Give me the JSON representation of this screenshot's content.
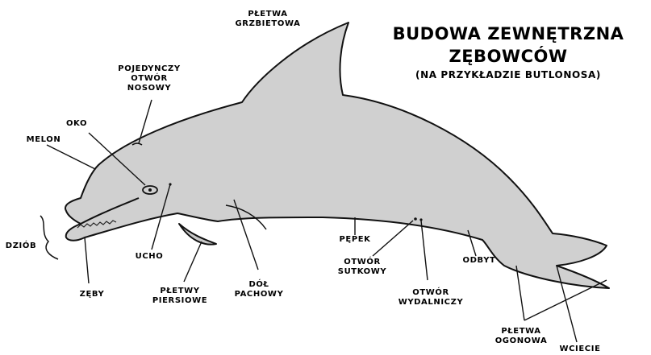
{
  "title": {
    "line1": "BUDOWA ZEWNĘTRZNA",
    "line2": "ZĘBOWCÓW",
    "line3": "(NA PRZYKŁADZIE BUTLONOSA)"
  },
  "labels": {
    "pletwa_grzbietowa": [
      "PŁETWA",
      "GRZBIETOWA"
    ],
    "otwor_nosowy": [
      "POJEDYNCZY",
      "OTWÓR",
      "NOSOWY"
    ],
    "oko": "OKO",
    "melon": "MELON",
    "dziob": "DZIÓB",
    "zeby": "ZĘBY",
    "ucho": "UCHO",
    "pletwy_piersiowe": [
      "PŁETWY",
      "PIERSIOWE"
    ],
    "dol_pachowy": [
      "DÓŁ",
      "PACHOWY"
    ],
    "pepek": "PĘPEK",
    "otwor_sutkowy": [
      "OTWÓR",
      "SUTKOWY"
    ],
    "otwor_wydalniczy": [
      "OTWÓR",
      "WYDALNICZY"
    ],
    "odbyt": "ODBYT",
    "pletwa_ogonowa": [
      "PŁETWA",
      "OGONOWA"
    ],
    "wciecie": "WCIECIE"
  },
  "colors": {
    "body_fill": "#d0d0d0",
    "outline": "#111111",
    "text": "#000000"
  }
}
